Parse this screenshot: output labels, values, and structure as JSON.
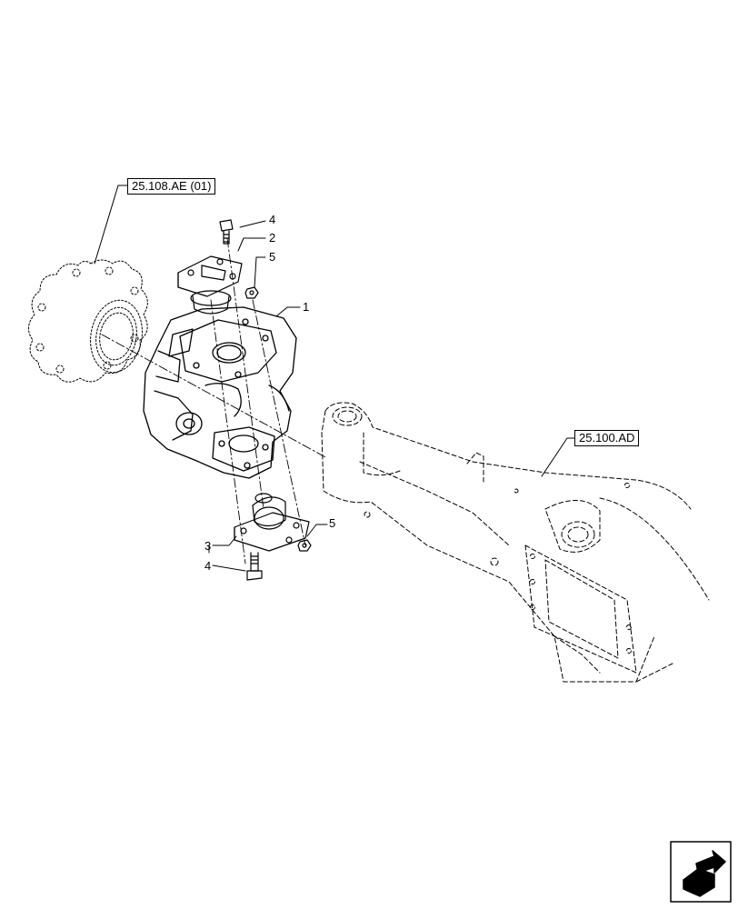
{
  "references": [
    {
      "id": "ref-hub",
      "label": "25.108.AE (01)"
    },
    {
      "id": "ref-axle",
      "label": "25.100.AD"
    }
  ],
  "callouts": [
    "1",
    "2",
    "3",
    "4",
    "5",
    "4",
    "5"
  ],
  "icons": {
    "next": "next-page-arrow-icon"
  }
}
